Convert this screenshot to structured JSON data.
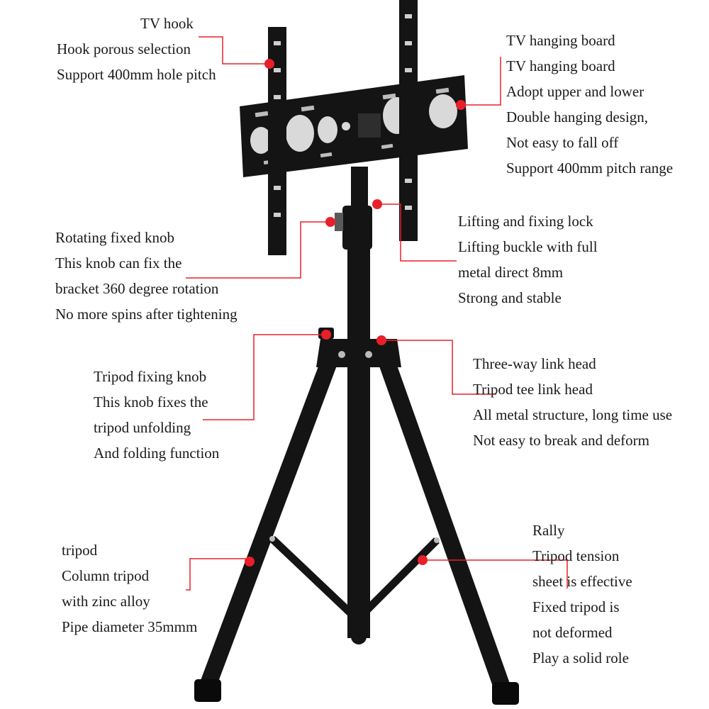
{
  "colors": {
    "background": "#ffffff",
    "text": "#1a1a1a",
    "stand": "#141414",
    "leader_line": "#e8202a",
    "marker": "#e8202a"
  },
  "annotations": {
    "tv_hook": {
      "lines": [
        "TV hook",
        "Hook porous selection",
        "Support 400mm hole pitch"
      ]
    },
    "tv_hanging_board": {
      "lines": [
        "TV hanging board",
        "TV hanging board",
        "Adopt upper and lower",
        "Double hanging design,",
        "Not easy to fall off",
        "Support 400mm pitch range"
      ]
    },
    "rotating_fixed_knob": {
      "lines": [
        "Rotating fixed knob",
        "This knob can fix the",
        "bracket 360 degree rotation",
        "No more spins after tightening"
      ]
    },
    "lifting_fixing_lock": {
      "lines": [
        "Lifting and fixing lock",
        "Lifting buckle with full",
        "metal direct 8mm",
        "Strong and stable"
      ]
    },
    "tripod_fixing_knob": {
      "lines": [
        "Tripod fixing knob",
        "This knob fixes the",
        "tripod unfolding",
        "And folding function"
      ]
    },
    "three_way_link_head": {
      "lines": [
        "Three-way link head",
        "Tripod tee link head",
        "All metal structure, long time use",
        "Not easy to break and deform"
      ]
    },
    "tripod": {
      "lines": [
        "tripod",
        "Column tripod",
        "with zinc alloy",
        "Pipe diameter 35mmm"
      ]
    },
    "rally": {
      "lines": [
        "Rally",
        "Tripod tension",
        "sheet is effective",
        "Fixed tripod is",
        "not deformed",
        "Play a solid role"
      ]
    }
  }
}
